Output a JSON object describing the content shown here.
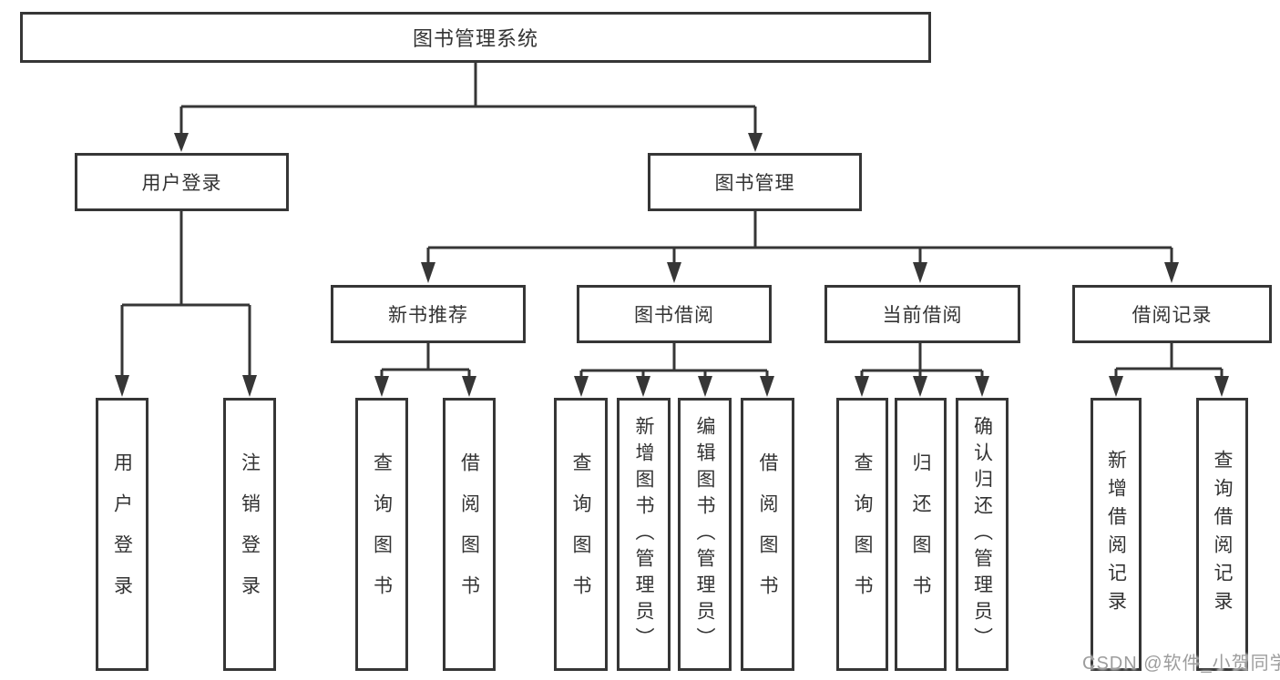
{
  "diagram_title": "图书管理系统",
  "tree": {
    "label": "图书管理系统",
    "children": [
      {
        "label": "用户登录",
        "children": [
          {
            "label": "用户登录"
          },
          {
            "label": "注销登录"
          }
        ]
      },
      {
        "label": "图书管理",
        "children": [
          {
            "label": "新书推荐",
            "children": [
              {
                "label": "查询图书"
              },
              {
                "label": "借阅图书"
              }
            ]
          },
          {
            "label": "图书借阅",
            "children": [
              {
                "label": "查询图书"
              },
              {
                "label": "新增图书（管理员）"
              },
              {
                "label": "编辑图书（管理员）"
              },
              {
                "label": "借阅图书"
              }
            ]
          },
          {
            "label": "当前借阅",
            "children": [
              {
                "label": "查询图书"
              },
              {
                "label": "归还图书"
              },
              {
                "label": "确认归还（管理员）"
              }
            ]
          },
          {
            "label": "借阅记录",
            "children": [
              {
                "label": "新增借阅记录"
              },
              {
                "label": "查询借阅记录"
              }
            ]
          }
        ]
      }
    ]
  },
  "watermark": "CSDN @软件_小贺同学",
  "colors": {
    "line": "#363636",
    "text": "#333333",
    "box_background": "#ffffff",
    "watermark": "#9d9d9d"
  }
}
